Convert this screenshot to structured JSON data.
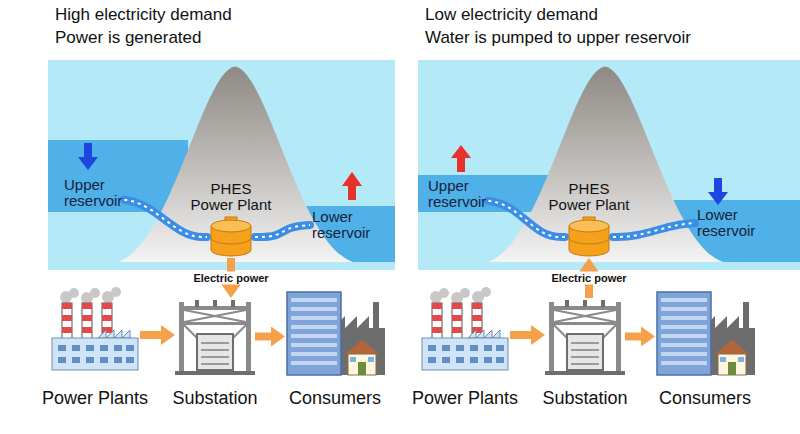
{
  "diagram": {
    "nodes": [
      {
        "text": [
          "High electricity demand",
          "Power is generated"
        ]
      },
      {
        "text": [
          "Upper reservoir"
        ],
        "in": 0
      },
      {
        "text": [
          "PHES Power Plant"
        ],
        "in": 0
      },
      {
        "text": [
          "Lower reservoir"
        ],
        "in": 0
      },
      {
        "text": [
          "Power Plants"
        ],
        "in": 0
      },
      {
        "text": [
          "Substation"
        ],
        "in": 0
      },
      {
        "text": [
          "Consumers"
        ],
        "in": 0
      },
      {
        "text": [
          "Low electricity demand",
          "Water is pumped to upper reservoir"
        ]
      },
      {
        "text": [
          "Upper reservoir"
        ],
        "in": 7
      },
      {
        "text": [
          "PHES Power Plant"
        ],
        "in": 7
      },
      {
        "text": [
          "Lower reservoir"
        ],
        "in": 7
      },
      {
        "text": [
          "Power Plants"
        ],
        "in": 7
      },
      {
        "text": [
          "Substation"
        ],
        "in": 7
      },
      {
        "text": [
          "Consumers"
        ],
        "in": 7
      }
    ],
    "edges": [
      {
        "from": 1,
        "to": 2,
        "arrow": "none"
      },
      {
        "from": 2,
        "to": 3,
        "arrow": "none"
      },
      {
        "from": 2,
        "to": 5,
        "label": "Electric power",
        "arrow": "to"
      },
      {
        "from": 4,
        "to": 5,
        "arrow": "to"
      },
      {
        "from": 5,
        "to": 6,
        "arrow": "to"
      },
      {
        "from": 8,
        "to": 9,
        "arrow": "none"
      },
      {
        "from": 9,
        "to": 10,
        "arrow": "none"
      },
      {
        "from": 12,
        "to": 9,
        "label": "Electric power",
        "arrow": "to"
      },
      {
        "from": 11,
        "to": 12,
        "arrow": "to"
      },
      {
        "from": 12,
        "to": 13,
        "arrow": "to"
      }
    ]
  }
}
